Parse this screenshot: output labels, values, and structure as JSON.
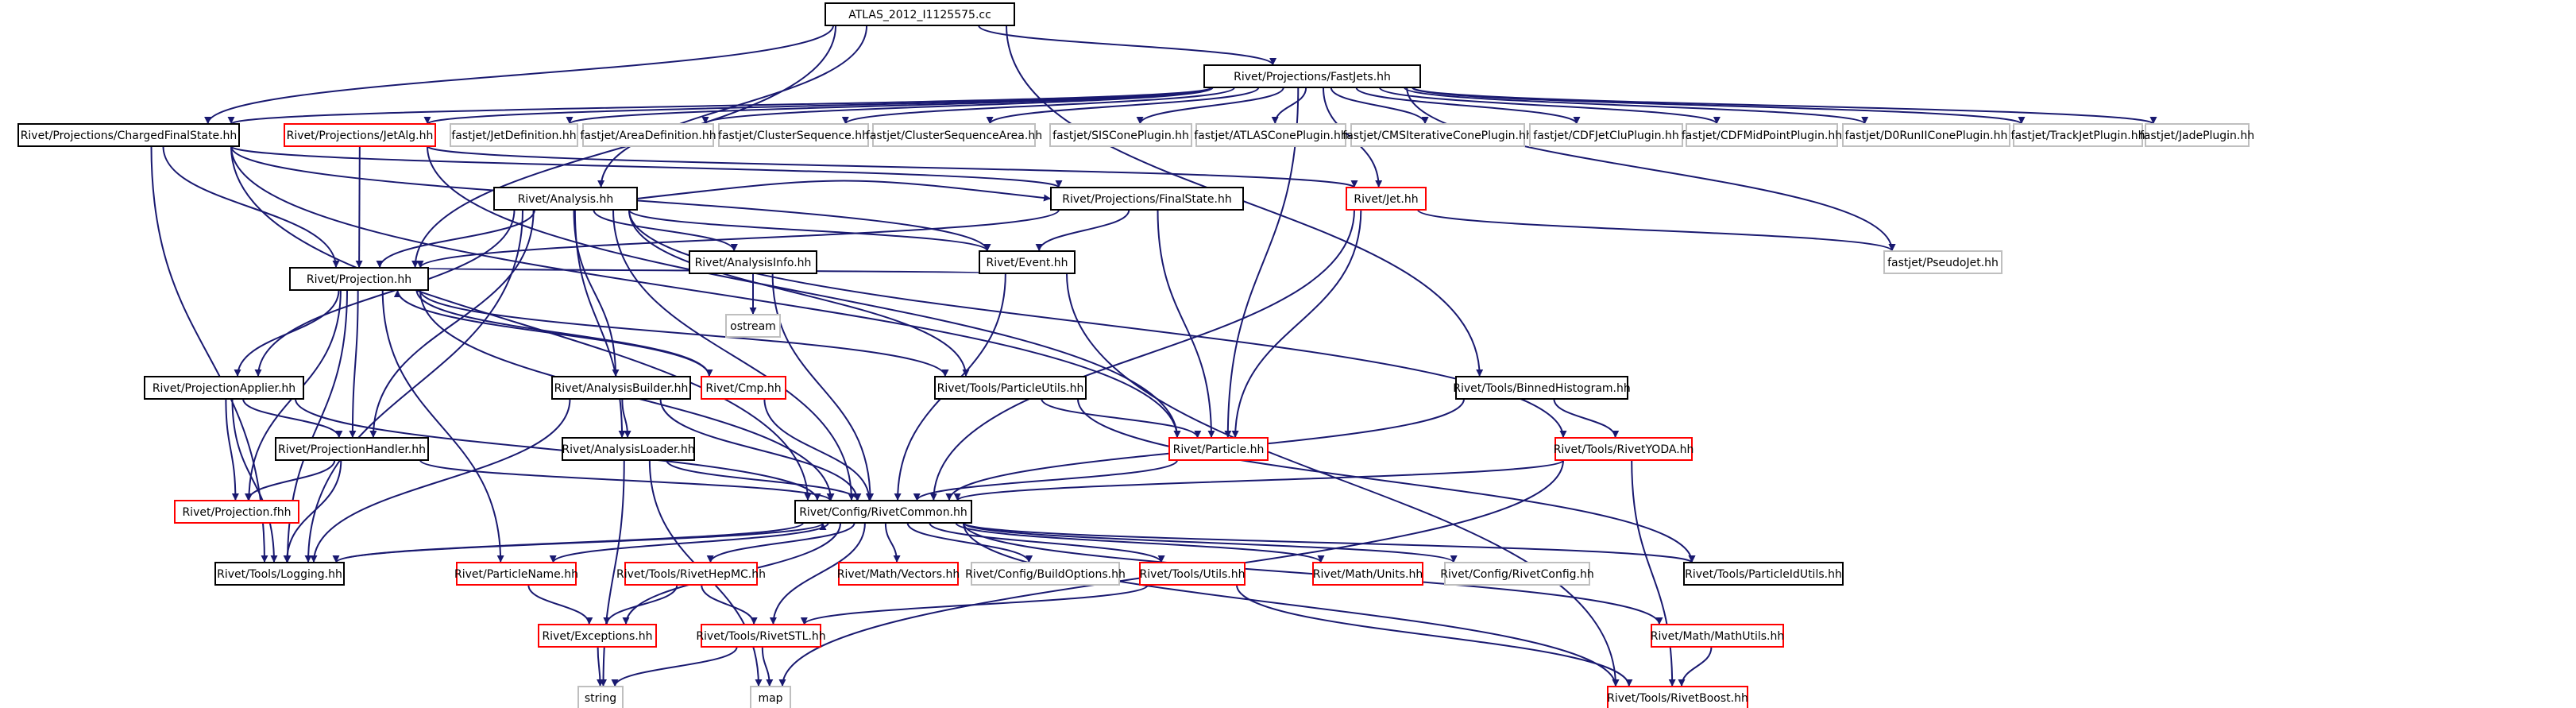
{
  "colors": {
    "edge": "#191970",
    "border_black": "#000000",
    "border_red": "#ff0000",
    "border_grey": "#bfbfbf",
    "root_fill": "#bfbfbf"
  },
  "graph": {
    "nodes": [
      {
        "id": "n_root",
        "label": "ATLAS_2012_I1125575.cc",
        "style": "root"
      },
      {
        "id": "n_fastjets",
        "label": "Rivet/Projections/FastJets.hh",
        "style": "black"
      },
      {
        "id": "n_chargedfs",
        "label": "Rivet/Projections/ChargedFinalState.hh",
        "style": "black"
      },
      {
        "id": "n_jetalg",
        "label": "Rivet/Projections/JetAlg.hh",
        "style": "red"
      },
      {
        "id": "n_jetdef",
        "label": "fastjet/JetDefinition.hh",
        "style": "grey"
      },
      {
        "id": "n_areadef",
        "label": "fastjet/AreaDefinition.hh",
        "style": "grey"
      },
      {
        "id": "n_clusterseq",
        "label": "fastjet/ClusterSequence.hh",
        "style": "grey"
      },
      {
        "id": "n_clusterseqarea",
        "label": "fastjet/ClusterSequenceArea.hh",
        "style": "grey"
      },
      {
        "id": "n_siscone",
        "label": "fastjet/SISConePlugin.hh",
        "style": "grey"
      },
      {
        "id": "n_atlascone",
        "label": "fastjet/ATLASConePlugin.hh",
        "style": "grey"
      },
      {
        "id": "n_cmsiter",
        "label": "fastjet/CMSIterativeConePlugin.hh",
        "style": "grey"
      },
      {
        "id": "n_cdfjetclu",
        "label": "fastjet/CDFJetCluPlugin.hh",
        "style": "grey"
      },
      {
        "id": "n_cdfmid",
        "label": "fastjet/CDFMidPointPlugin.hh",
        "style": "grey"
      },
      {
        "id": "n_d0run",
        "label": "fastjet/D0RunIIConePlugin.hh",
        "style": "grey"
      },
      {
        "id": "n_trackjet",
        "label": "fastjet/TrackJetPlugin.hh",
        "style": "grey"
      },
      {
        "id": "n_jade",
        "label": "fastjet/JadePlugin.hh",
        "style": "grey"
      },
      {
        "id": "n_analysis",
        "label": "Rivet/Analysis.hh",
        "style": "black"
      },
      {
        "id": "n_finalstate",
        "label": "Rivet/Projections/FinalState.hh",
        "style": "black"
      },
      {
        "id": "n_jet",
        "label": "Rivet/Jet.hh",
        "style": "red"
      },
      {
        "id": "n_analysisinfo",
        "label": "Rivet/AnalysisInfo.hh",
        "style": "black"
      },
      {
        "id": "n_event",
        "label": "Rivet/Event.hh",
        "style": "black"
      },
      {
        "id": "n_pseudojet",
        "label": "fastjet/PseudoJet.hh",
        "style": "grey"
      },
      {
        "id": "n_projection",
        "label": "Rivet/Projection.hh",
        "style": "black"
      },
      {
        "id": "n_ostream",
        "label": "ostream",
        "style": "grey"
      },
      {
        "id": "n_projapplier",
        "label": "Rivet/ProjectionApplier.hh",
        "style": "black"
      },
      {
        "id": "n_analysisbuilder",
        "label": "Rivet/AnalysisBuilder.hh",
        "style": "black"
      },
      {
        "id": "n_cmp",
        "label": "Rivet/Cmp.hh",
        "style": "red"
      },
      {
        "id": "n_particleutils",
        "label": "Rivet/Tools/ParticleUtils.hh",
        "style": "black"
      },
      {
        "id": "n_binnedhisto",
        "label": "Rivet/Tools/BinnedHistogram.hh",
        "style": "black"
      },
      {
        "id": "n_projhandler",
        "label": "Rivet/ProjectionHandler.hh",
        "style": "black"
      },
      {
        "id": "n_analysisloader",
        "label": "Rivet/AnalysisLoader.hh",
        "style": "black"
      },
      {
        "id": "n_particle",
        "label": "Rivet/Particle.hh",
        "style": "red"
      },
      {
        "id": "n_rivetyoda",
        "label": "Rivet/Tools/RivetYODA.hh",
        "style": "red"
      },
      {
        "id": "n_projectionfhh",
        "label": "Rivet/Projection.fhh",
        "style": "red"
      },
      {
        "id": "n_rivetcommon",
        "label": "Rivet/Config/RivetCommon.hh",
        "style": "black"
      },
      {
        "id": "n_logging",
        "label": "Rivet/Tools/Logging.hh",
        "style": "black"
      },
      {
        "id": "n_particlename",
        "label": "Rivet/ParticleName.hh",
        "style": "red"
      },
      {
        "id": "n_rivethepmc",
        "label": "Rivet/Tools/RivetHepMC.hh",
        "style": "red"
      },
      {
        "id": "n_vectors",
        "label": "Rivet/Math/Vectors.hh",
        "style": "red"
      },
      {
        "id": "n_buildoptions",
        "label": "Rivet/Config/BuildOptions.hh",
        "style": "grey"
      },
      {
        "id": "n_toolsutils",
        "label": "Rivet/Tools/Utils.hh",
        "style": "red"
      },
      {
        "id": "n_mathunits",
        "label": "Rivet/Math/Units.hh",
        "style": "red"
      },
      {
        "id": "n_rivetconfig",
        "label": "Rivet/Config/RivetConfig.hh",
        "style": "grey"
      },
      {
        "id": "n_particleidutils",
        "label": "Rivet/Tools/ParticleIdUtils.hh",
        "style": "black"
      },
      {
        "id": "n_exceptions",
        "label": "Rivet/Exceptions.hh",
        "style": "red"
      },
      {
        "id": "n_rivetstl",
        "label": "Rivet/Tools/RivetSTL.hh",
        "style": "red"
      },
      {
        "id": "n_mathutils",
        "label": "Rivet/Math/MathUtils.hh",
        "style": "red"
      },
      {
        "id": "n_string",
        "label": "string",
        "style": "grey"
      },
      {
        "id": "n_map",
        "label": "map",
        "style": "grey"
      },
      {
        "id": "n_rivetboost",
        "label": "Rivet/Tools/RivetBoost.hh",
        "style": "red"
      }
    ],
    "edges": [
      [
        "n_root",
        "n_fastjets"
      ],
      [
        "n_root",
        "n_chargedfs"
      ],
      [
        "n_root",
        "n_analysis"
      ],
      [
        "n_root",
        "n_projection"
      ],
      [
        "n_root",
        "n_binnedhisto"
      ],
      [
        "n_fastjets",
        "n_jetalg"
      ],
      [
        "n_fastjets",
        "n_jetdef"
      ],
      [
        "n_fastjets",
        "n_areadef"
      ],
      [
        "n_fastjets",
        "n_clusterseq"
      ],
      [
        "n_fastjets",
        "n_clusterseqarea"
      ],
      [
        "n_fastjets",
        "n_siscone"
      ],
      [
        "n_fastjets",
        "n_atlascone"
      ],
      [
        "n_fastjets",
        "n_cmsiter"
      ],
      [
        "n_fastjets",
        "n_cdfjetclu"
      ],
      [
        "n_fastjets",
        "n_cdfmid"
      ],
      [
        "n_fastjets",
        "n_d0run"
      ],
      [
        "n_fastjets",
        "n_trackjet"
      ],
      [
        "n_fastjets",
        "n_jade"
      ],
      [
        "n_fastjets",
        "n_jet"
      ],
      [
        "n_fastjets",
        "n_pseudojet"
      ],
      [
        "n_fastjets",
        "n_particle"
      ],
      [
        "n_fastjets",
        "n_chargedfs"
      ],
      [
        "n_chargedfs",
        "n_finalstate"
      ],
      [
        "n_chargedfs",
        "n_projection"
      ],
      [
        "n_chargedfs",
        "n_logging"
      ],
      [
        "n_chargedfs",
        "n_event"
      ],
      [
        "n_chargedfs",
        "n_particle"
      ],
      [
        "n_chargedfs",
        "n_rivetcommon"
      ],
      [
        "n_jetalg",
        "n_projection"
      ],
      [
        "n_jetalg",
        "n_jet"
      ],
      [
        "n_jetalg",
        "n_particle"
      ],
      [
        "n_analysis",
        "n_analysisinfo"
      ],
      [
        "n_analysis",
        "n_event"
      ],
      [
        "n_analysis",
        "n_projection"
      ],
      [
        "n_analysis",
        "n_projapplier"
      ],
      [
        "n_analysis",
        "n_analysisbuilder"
      ],
      [
        "n_analysis",
        "n_projhandler"
      ],
      [
        "n_analysis",
        "n_analysisloader"
      ],
      [
        "n_analysis",
        "n_rivetcommon"
      ],
      [
        "n_analysis",
        "n_logging"
      ],
      [
        "n_analysis",
        "n_particleutils"
      ],
      [
        "n_analysis",
        "n_rivetyoda"
      ],
      [
        "n_analysis",
        "n_finalstate"
      ],
      [
        "n_finalstate",
        "n_event"
      ],
      [
        "n_finalstate",
        "n_particle"
      ],
      [
        "n_finalstate",
        "n_projection"
      ],
      [
        "n_jet",
        "n_pseudojet"
      ],
      [
        "n_jet",
        "n_particle"
      ],
      [
        "n_jet",
        "n_rivetcommon"
      ],
      [
        "n_analysisinfo",
        "n_ostream"
      ],
      [
        "n_analysisinfo",
        "n_rivetcommon"
      ],
      [
        "n_event",
        "n_projection"
      ],
      [
        "n_event",
        "n_rivetcommon"
      ],
      [
        "n_event",
        "n_rivetboost"
      ],
      [
        "n_projection",
        "n_projapplier"
      ],
      [
        "n_projection",
        "n_projhandler"
      ],
      [
        "n_projection",
        "n_projectionfhh"
      ],
      [
        "n_projection",
        "n_cmp"
      ],
      [
        "n_projection",
        "n_logging"
      ],
      [
        "n_projection",
        "n_rivetcommon"
      ],
      [
        "n_projection",
        "n_particleutils"
      ],
      [
        "n_projection",
        "n_particlename"
      ],
      [
        "n_projapplier",
        "n_projhandler"
      ],
      [
        "n_projapplier",
        "n_projectionfhh"
      ],
      [
        "n_projapplier",
        "n_logging"
      ],
      [
        "n_projapplier",
        "n_rivetcommon"
      ],
      [
        "n_analysisbuilder",
        "n_analysisloader"
      ],
      [
        "n_analysisbuilder",
        "n_rivetcommon"
      ],
      [
        "n_analysisbuilder",
        "n_logging"
      ],
      [
        "n_cmp",
        "n_projection"
      ],
      [
        "n_cmp",
        "n_rivetcommon"
      ],
      [
        "n_particleutils",
        "n_particle"
      ],
      [
        "n_particleutils",
        "n_particleidutils"
      ],
      [
        "n_binnedhisto",
        "n_rivetyoda"
      ],
      [
        "n_binnedhisto",
        "n_rivetcommon"
      ],
      [
        "n_projhandler",
        "n_projectionfhh"
      ],
      [
        "n_projhandler",
        "n_logging"
      ],
      [
        "n_projhandler",
        "n_rivetcommon"
      ],
      [
        "n_analysisloader",
        "n_rivetcommon"
      ],
      [
        "n_analysisloader",
        "n_string"
      ],
      [
        "n_analysisloader",
        "n_map"
      ],
      [
        "n_particle",
        "n_rivetcommon"
      ],
      [
        "n_rivetyoda",
        "n_rivetcommon"
      ],
      [
        "n_rivetyoda",
        "n_map"
      ],
      [
        "n_rivetyoda",
        "n_rivetboost"
      ],
      [
        "n_rivetcommon",
        "n_logging"
      ],
      [
        "n_rivetcommon",
        "n_particlename"
      ],
      [
        "n_rivetcommon",
        "n_rivethepmc"
      ],
      [
        "n_rivetcommon",
        "n_vectors"
      ],
      [
        "n_rivetcommon",
        "n_buildoptions"
      ],
      [
        "n_rivetcommon",
        "n_toolsutils"
      ],
      [
        "n_rivetcommon",
        "n_mathunits"
      ],
      [
        "n_rivetcommon",
        "n_rivetconfig"
      ],
      [
        "n_rivetcommon",
        "n_particleidutils"
      ],
      [
        "n_rivetcommon",
        "n_exceptions"
      ],
      [
        "n_rivetcommon",
        "n_rivetstl"
      ],
      [
        "n_rivetcommon",
        "n_mathutils"
      ],
      [
        "n_rivetcommon",
        "n_rivetboost"
      ],
      [
        "n_logging",
        "n_rivetcommon"
      ],
      [
        "n_particlename",
        "n_exceptions"
      ],
      [
        "n_rivethepmc",
        "n_exceptions"
      ],
      [
        "n_rivethepmc",
        "n_rivetstl"
      ],
      [
        "n_toolsutils",
        "n_rivetstl"
      ],
      [
        "n_toolsutils",
        "n_rivetboost"
      ],
      [
        "n_exceptions",
        "n_string"
      ],
      [
        "n_rivetstl",
        "n_string"
      ],
      [
        "n_rivetstl",
        "n_map"
      ],
      [
        "n_mathutils",
        "n_rivetboost"
      ]
    ]
  }
}
